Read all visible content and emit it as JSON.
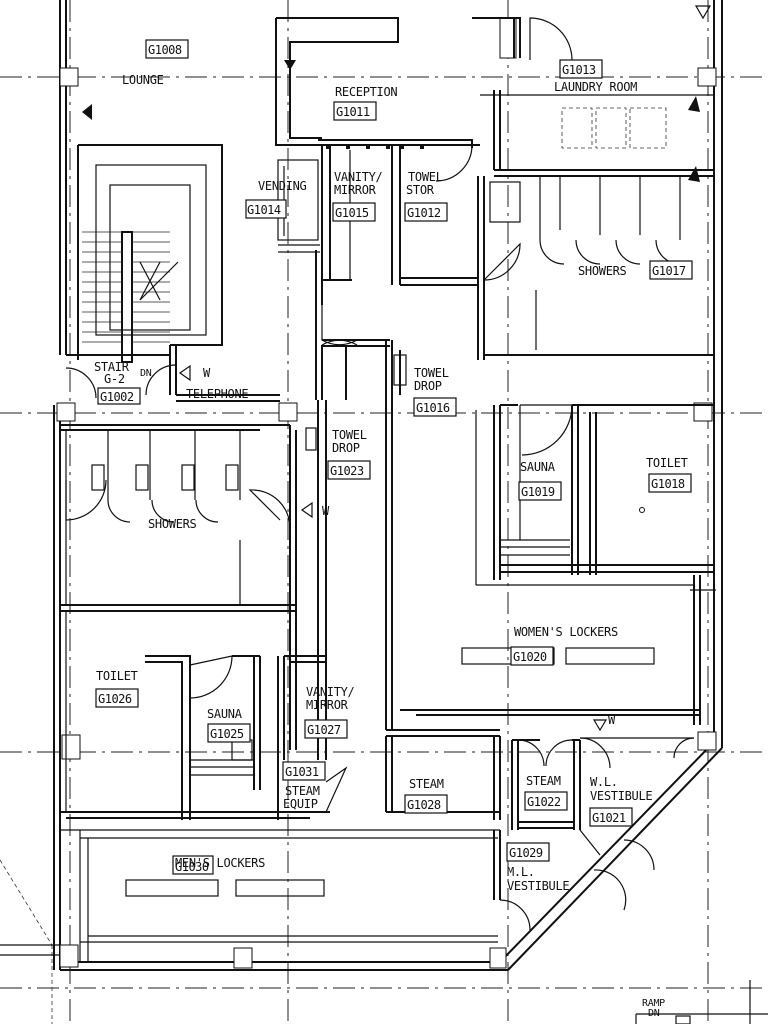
{
  "rooms": {
    "lounge": {
      "name": "LOUNGE",
      "num": "G1008"
    },
    "reception": {
      "name": "RECEPTION",
      "num": "G1011"
    },
    "laundry": {
      "name": "LAUNDRY ROOM",
      "num": "G1013"
    },
    "vending": {
      "name": "VENDING",
      "num": "G1014"
    },
    "vanity_w": {
      "name1": "VANITY/",
      "name2": "MIRROR",
      "num": "G1015"
    },
    "towel_stor": {
      "name1": "TOWEL",
      "name2": "STOR",
      "num": "G1012"
    },
    "showers_w": {
      "name": "SHOWERS",
      "num": "G1017"
    },
    "stair": {
      "name1": "STAIR",
      "name2": "G-2",
      "dn": "DN",
      "num": "G1002"
    },
    "telephone": {
      "name": "TELEPHONE",
      "w": "W"
    },
    "towel_drop_1": {
      "name1": "TOWEL",
      "name2": "DROP",
      "num": "G1016"
    },
    "towel_drop_2": {
      "name1": "TOWEL",
      "name2": "DROP",
      "num": "G1023"
    },
    "sauna_w": {
      "name": "SAUNA",
      "num": "G1019"
    },
    "toilet_w": {
      "name": "TOILET",
      "num": "G1018"
    },
    "showers_m": {
      "name": "SHOWERS"
    },
    "womens_lockers": {
      "name": "WOMEN'S LOCKERS",
      "num": "G1020"
    },
    "toilet_m": {
      "name": "TOILET",
      "num": "G1026"
    },
    "sauna_m": {
      "name": "SAUNA",
      "num": "G1025"
    },
    "vanity_m": {
      "name1": "VANITY/",
      "name2": "MIRROR",
      "num": "G1027"
    },
    "steam_equip": {
      "num": "G1031",
      "name1": "STEAM",
      "name2": "EQUIP"
    },
    "steam_m": {
      "name": "STEAM",
      "num": "G1028"
    },
    "steam_w": {
      "name": "STEAM",
      "num": "G1022"
    },
    "wl_vestibule": {
      "name1": "W.L.",
      "name2": "VESTIBULE",
      "num": "G1021"
    },
    "ml_vestibule": {
      "num": "G1029",
      "name1": "M.L.",
      "name2": "VESTIBULE"
    },
    "mens_lockers": {
      "name": "MEN'S LOCKERS",
      "num": "G1030"
    }
  },
  "markers": {
    "w1": "W",
    "w2": "W",
    "w3": "W"
  },
  "ramp": {
    "line1": "RAMP",
    "line2": "DN"
  }
}
